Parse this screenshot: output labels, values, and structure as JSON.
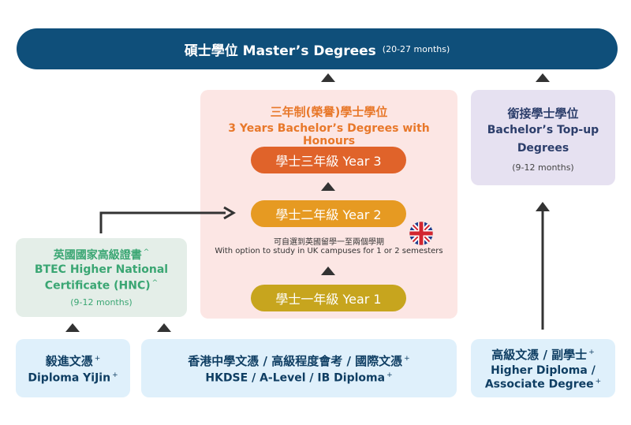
{
  "masters": {
    "title": "碩士學位 Master’s Degrees",
    "duration": "(20-27 months)"
  },
  "bachelor_honours": {
    "title_zh": "三年制(榮譽)學士學位",
    "title_en": "3 Years Bachelor’s Degrees with Honours",
    "year3": "學士三年級 Year 3",
    "year2": "學士二年級 Year 2",
    "year1": "學士一年級 Year 1",
    "uk_note_zh": "可自選到英國留學一至兩個學期",
    "uk_note_en": "With option to study in UK campuses for 1 or 2 semesters"
  },
  "top_up": {
    "title_zh": "銜接學士學位",
    "title_en_1": "Bachelor’s Top-up",
    "title_en_2": "Degrees",
    "duration": "(9-12 months)"
  },
  "hnc": {
    "title_zh": "英國國家高級證書",
    "title_en_1": "BTEC Higher National",
    "title_en_2": "Certificate (HNC)",
    "duration": "(9-12 months)",
    "mark": "^"
  },
  "yijin": {
    "line1": "毅進文憑",
    "line2": "Diploma YiJin",
    "mark": "+"
  },
  "hkdse": {
    "line1": "香港中學文憑 / 高級程度會考 / 國際文憑",
    "line2": "HKDSE / A-Level / IB Diploma",
    "mark": "+"
  },
  "higher_diploma": {
    "line1": "高級文憑 / 副學士",
    "line2": "Higher Diploma /",
    "line3": "Associate Degree",
    "mark": "+"
  },
  "colors": {
    "masters_bg": "#0f4f7a",
    "honours_panel": "#fce6e4",
    "honours_title": "#e8782a",
    "year3": "#e0632a",
    "year2": "#e69a22",
    "year1": "#c7a51e",
    "topup_panel": "#e6e1f1",
    "hnc_panel": "#e4eee8",
    "hnc_title": "#3aa673",
    "entry_panel": "#dff0fb",
    "entry_text": "#0f3e63"
  }
}
